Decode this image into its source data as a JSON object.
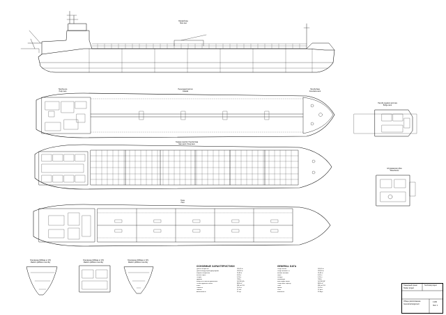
{
  "drawing": {
    "profile": {
      "title": "Боковой вид",
      "title_en": "Side view"
    },
    "upper_decks": {
      "poop": {
        "title": "Палуба юта",
        "title_en": "Poop deck"
      },
      "catwalk": {
        "title": "Переходной мостик",
        "title_en": "Catwalk"
      },
      "forecastle": {
        "title": "Палуба бака",
        "title_en": "Forecastle deck"
      }
    },
    "bridge": {
      "title": "Палуба ходового мостика",
      "title_en": "Bridge deck"
    },
    "main_deck": {
      "title": "Главная палуба / Палуба бака",
      "title_en": "Main deck / Poop deck"
    },
    "wheelhouse": {
      "title": "Штурманская рубка",
      "title_en": "Wheelhouse"
    },
    "hold": {
      "title": "Трюм",
      "title_en": "Hold"
    },
    "platforms": [
      {
        "title": "Платформа (6050мм от ОП)",
        "title_en": "Platform (6050mm from BL)"
      },
      {
        "title": "Платформа (3050мм от ОП)",
        "title_en": "Platform (3050mm from BL)"
      },
      {
        "title": "Платформа (3050мм от ОП)",
        "title_en": "Platform (3050mm from BL)"
      }
    ]
  },
  "particulars_ru": {
    "title": "ОСНОВНЫЕ ХАРАКТЕРИСТИКИ",
    "rows": [
      {
        "k": "Длина габаритная",
        "v": "139,95 м"
      },
      {
        "k": "Длина между перпендикулярами",
        "v": "133,90 м"
      },
      {
        "k": "Ширина габаритная",
        "v": "16,60 м"
      },
      {
        "k": "Высота борта",
        "v": "6,00 м"
      },
      {
        "k": "Осадка",
        "v": "4,20 м"
      },
      {
        "k": "Дедвейт",
        "v": "7280 т"
      },
      {
        "k": "Мощность главных двигателей",
        "v": "2x1200 кВт"
      },
      {
        "k": "Объём грузовых танков",
        "v": "8800 м³"
      },
      {
        "k": "Класс",
        "v": "KM Ice2 R1"
      },
      {
        "k": "Скорость",
        "v": "10,5 уз"
      },
      {
        "k": "Экипаж",
        "v": "12 чел"
      },
      {
        "k": "Автономность",
        "v": "20 сут"
      }
    ]
  },
  "particulars_en": {
    "title": "GENERAL DATA",
    "rows": [
      {
        "k": "Length overall",
        "v": "139,95 m"
      },
      {
        "k": "Length between PP",
        "v": "133,90 m"
      },
      {
        "k": "Breadth moulded",
        "v": "16,60 m"
      },
      {
        "k": "Depth",
        "v": "6,00 m"
      },
      {
        "k": "Draught",
        "v": "4,20 m"
      },
      {
        "k": "Deadweight",
        "v": "7280 t"
      },
      {
        "k": "Main engine output",
        "v": "2x1200 kW"
      },
      {
        "k": "Cargo tanks capacity",
        "v": "8800 m³"
      },
      {
        "k": "Class",
        "v": "KM Ice2 R1"
      },
      {
        "k": "Speed",
        "v": "10,5 kn"
      },
      {
        "k": "Crew",
        "v": "12 pers"
      },
      {
        "k": "Endurance",
        "v": "20 days"
      }
    ]
  },
  "title_block": {
    "project_ru": "Танкерный проект",
    "project_en": "Tanker project",
    "stage": "Technical project",
    "sheet_ru": "Общее расположение",
    "sheet_en": "General arrangement",
    "scale": "1:200",
    "sheet_no": "Лист 1"
  }
}
